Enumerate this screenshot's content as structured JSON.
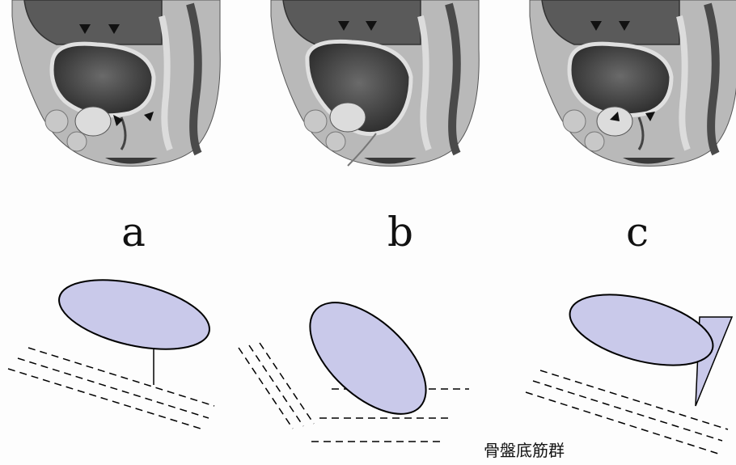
{
  "panels": [
    {
      "label": "a"
    },
    {
      "label": "b"
    },
    {
      "label": "c"
    }
  ],
  "caption": "骨盤底筋群",
  "colors": {
    "ellipse_fill": "#c9c9ea",
    "line": "#000000",
    "tissue_dark": "#3a3a3a",
    "tissue_mid": "#8a8a8a",
    "tissue_light": "#c8c8c8"
  },
  "icons": [
    "arrow-icon"
  ]
}
